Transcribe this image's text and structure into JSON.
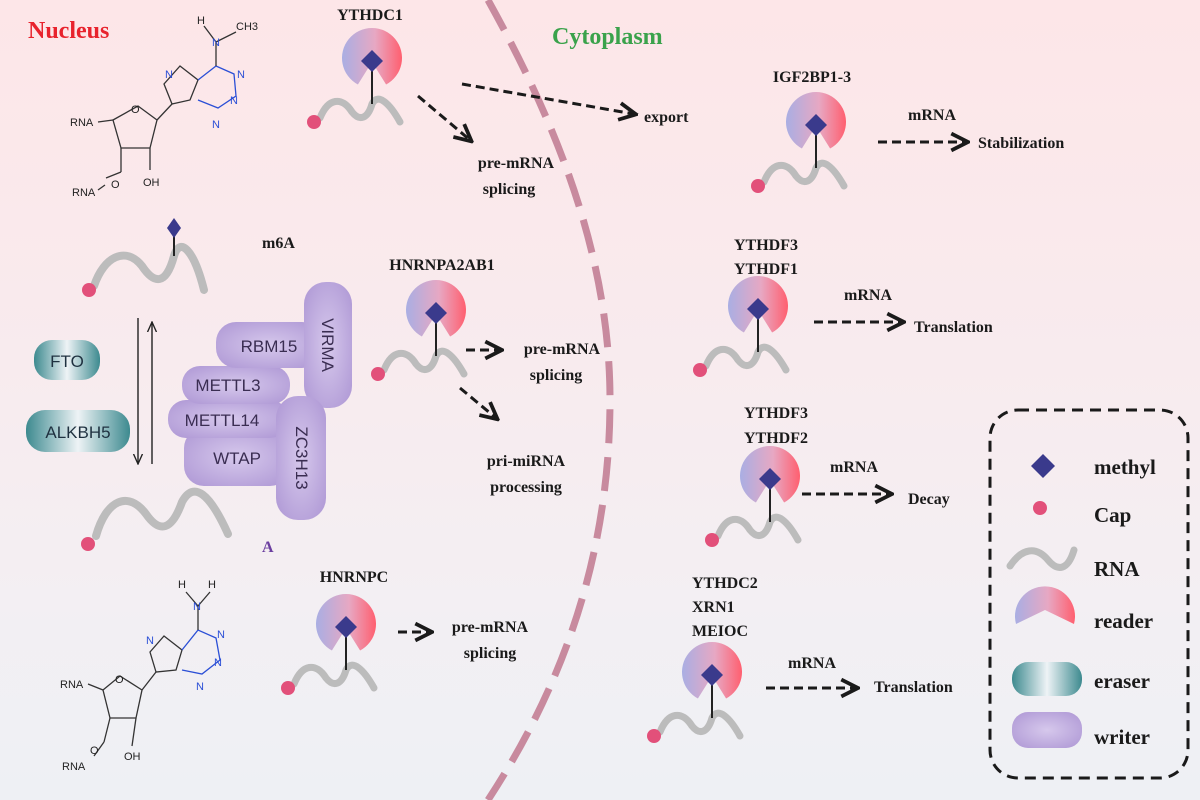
{
  "regions": {
    "nucleus": "Nucleus",
    "cytoplasm": "Cytoplasm"
  },
  "colors": {
    "nucleus": "#e8232d",
    "cytoplasm": "#3aa24b",
    "methyl": "#3a3a8c",
    "cap": "#e2507a",
    "rna": "#bcbcbc",
    "writer": "#b69fd6",
    "membrane": "#c88a9e"
  },
  "center": {
    "modified": "m6A",
    "unmodified": "A"
  },
  "chem_labels": {
    "rna": "RNA",
    "oh": "OH",
    "o": "O",
    "n": "N",
    "h": "H",
    "ch3": "CH3"
  },
  "erasers": [
    "FTO",
    "ALKBH5"
  ],
  "writers": {
    "vertical_right": "VIRMA",
    "rbm15": "RBM15",
    "mettl3": "METTL3",
    "mettl14": "METTL14",
    "wtap": "WTAP",
    "vertical_bottom": "ZC3H13"
  },
  "nuclear_readers": [
    {
      "name": "YTHDC1",
      "outcomes": [
        [
          "pre-mRNA",
          "splicing"
        ],
        [
          "export"
        ]
      ]
    },
    {
      "name": "HNRNPA2AB1",
      "outcomes": [
        [
          "pre-mRNA",
          "splicing"
        ],
        [
          "pri-miRNA",
          "processing"
        ]
      ]
    },
    {
      "name": "HNRNPC",
      "outcomes": [
        [
          "pre-mRNA",
          "splicing"
        ]
      ]
    }
  ],
  "cytoplasmic_readers": [
    {
      "names": [
        "IGF2BP1-3"
      ],
      "mrna": "mRNA",
      "outcome": "Stabilization"
    },
    {
      "names": [
        "YTHDF3",
        "YTHDF1"
      ],
      "mrna": "mRNA",
      "outcome": "Translation"
    },
    {
      "names": [
        "YTHDF3",
        "YTHDF2"
      ],
      "mrna": "mRNA",
      "outcome": "Decay"
    },
    {
      "names": [
        "YTHDC2",
        "XRN1",
        "MEIOC"
      ],
      "mrna": "mRNA",
      "outcome": "Translation"
    }
  ],
  "legend": {
    "methyl": "methyl",
    "cap": "Cap",
    "rna": "RNA",
    "reader": "reader",
    "eraser": "eraser",
    "writer": "writer"
  }
}
